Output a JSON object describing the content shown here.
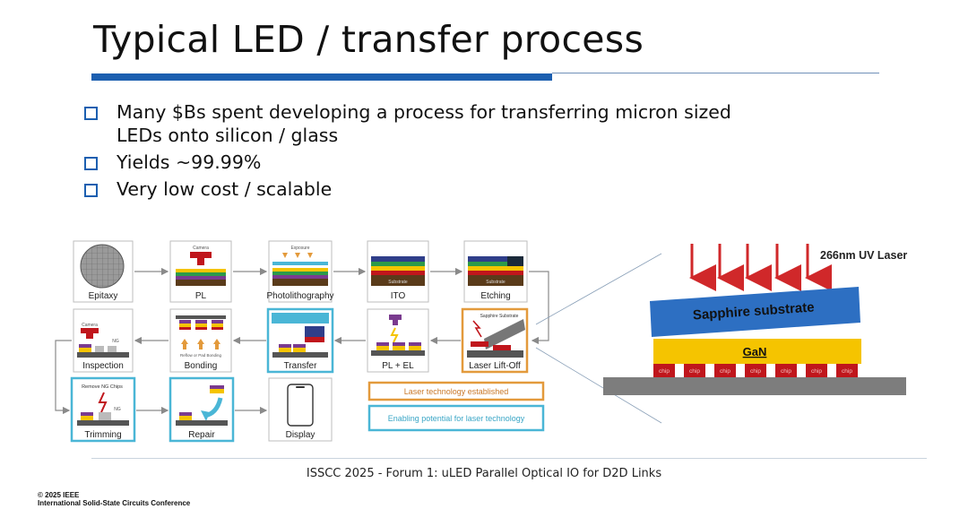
{
  "slide": {
    "title": "Typical LED / transfer process",
    "bullets": [
      {
        "line1": "Many $Bs spent developing a process for transferring micron sized",
        "line2": "LEDs onto silicon / glass"
      },
      {
        "line1": "Yields ~99.99%"
      },
      {
        "line1": "Very low cost / scalable"
      }
    ],
    "footer": "ISSCC 2025 - Forum 1: uLED Parallel Optical IO for D2D Links",
    "copyright_line1": "© 2025 IEEE",
    "copyright_line2": "International Solid-State Circuits Conference"
  },
  "process": {
    "steps": [
      {
        "label": "Epitaxy"
      },
      {
        "label": "PL",
        "sub": "Camera"
      },
      {
        "label": "Photolithography",
        "sub": "Exposure"
      },
      {
        "label": "ITO",
        "sub": "Substrate"
      },
      {
        "label": "Etching",
        "sub": "Substrate"
      },
      {
        "label": "Laser Lift-Off",
        "sub": "Sapphire Substrate"
      },
      {
        "label": "PL + EL"
      },
      {
        "label": "Transfer"
      },
      {
        "label": "Bonding",
        "sub": "Reflow or Pad Bonding"
      },
      {
        "label": "Inspection",
        "sub": "Camera",
        "tag": "NG"
      },
      {
        "label": "Trimming",
        "sub": "Remove NG Chips",
        "tag": "NG"
      },
      {
        "label": "Repair"
      },
      {
        "label": "Display"
      }
    ],
    "legend": {
      "established": "Laser technology established",
      "potential": "Enabling potential for laser technology"
    },
    "colors": {
      "established": "#e39a3c",
      "potential": "#4ab6d6"
    }
  },
  "llo_detail": {
    "laser_label": "266nm UV Laser",
    "substrate_label": "Sapphire substrate",
    "gan_label": "GaN",
    "chip_label": "chip",
    "chip_count": 7,
    "colors": {
      "laser": "#d0282a",
      "substrate": "#2d6fc2",
      "gan": "#f5c400",
      "chip": "#c0161c",
      "carrier": "#7d7d7d"
    }
  }
}
